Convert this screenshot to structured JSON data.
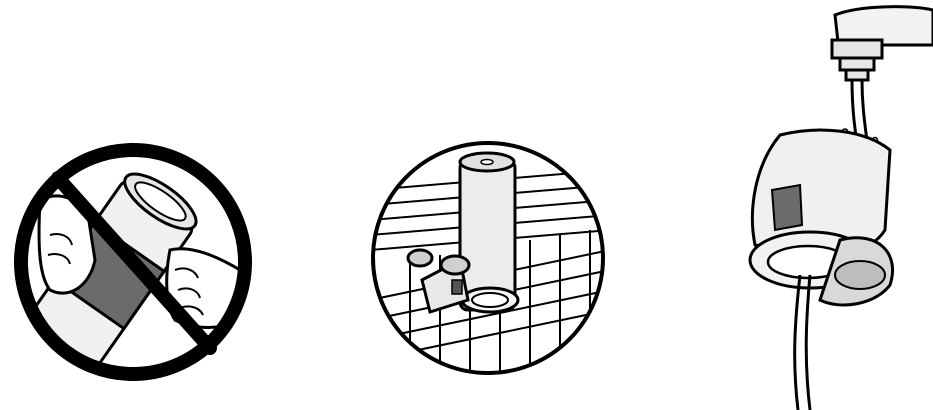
{
  "panels": [
    {
      "icon": "prohibited-sign-icon",
      "subject": "hands-twisting-bottle",
      "status": "prohibited"
    },
    {
      "icon": "dishwasher-rack-icon",
      "subject": "bottle-parts-on-rack",
      "status": "allowed"
    },
    {
      "icon": "faucet-rinse-icon",
      "subject": "lid-under-running-water",
      "status": "allowed"
    }
  ],
  "colors": {
    "line": "#000000",
    "fill_light": "#f2f2f2",
    "fill_mid": "#d9d9d9",
    "fill_dark": "#6b6b6b",
    "prohibit": "#000000"
  }
}
